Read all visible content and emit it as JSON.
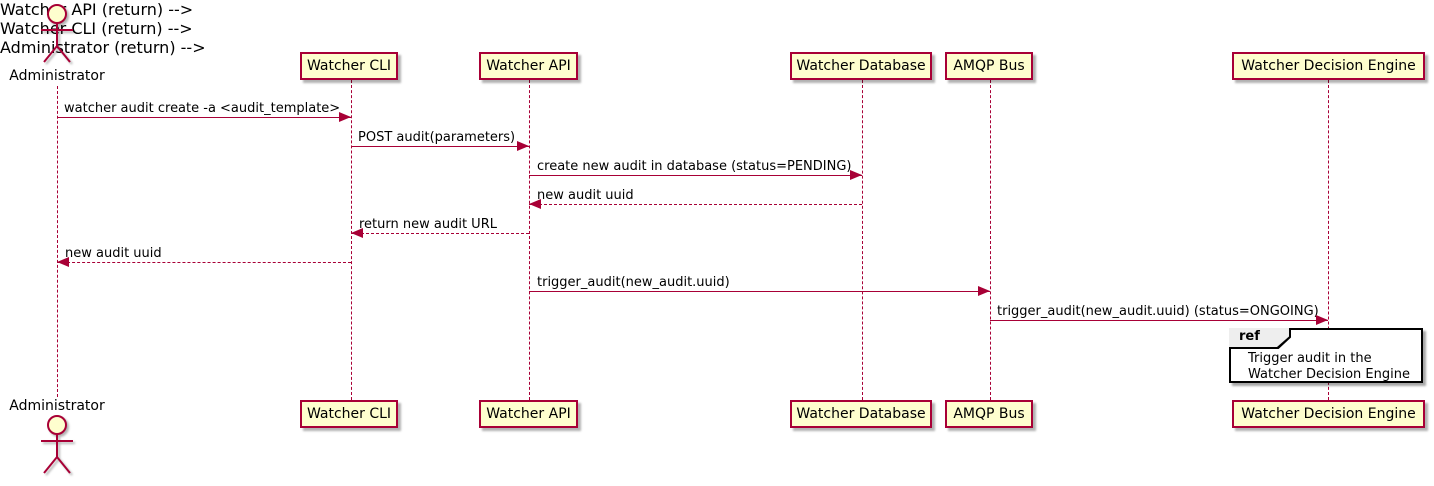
{
  "diagram": {
    "type": "sequence-diagram",
    "actor": {
      "name": "Administrator"
    },
    "participants": [
      {
        "name": "Watcher CLI"
      },
      {
        "name": "Watcher API"
      },
      {
        "name": "Watcher Database"
      },
      {
        "name": "AMQP Bus"
      },
      {
        "name": "Watcher Decision Engine"
      }
    ],
    "messages": [
      {
        "from": "Administrator",
        "to": "Watcher CLI",
        "label": "watcher audit create -a <audit_template>",
        "style": "solid"
      },
      {
        "from": "Watcher CLI",
        "to": "Watcher API",
        "label": "POST audit(parameters)",
        "style": "solid"
      },
      {
        "from": "Watcher API",
        "to": "Watcher Database",
        "label": "create new audit in database (status=PENDING)",
        "style": "solid"
      },
      {
        "from": "Watcher Database",
        "to": "Watcher API",
        "label": "new audit uuid",
        "style": "dashed"
      },
      {
        "from": "Watcher API",
        "to": "Watcher CLI",
        "label": "return new audit URL",
        "style": "dashed"
      },
      {
        "from": "Watcher CLI",
        "to": "Administrator",
        "label": "new audit uuid",
        "style": "dashed"
      },
      {
        "from": "Watcher API",
        "to": "AMQP Bus",
        "label": "trigger_audit(new_audit.uuid)",
        "style": "solid"
      },
      {
        "from": "AMQP Bus",
        "to": "Watcher Decision Engine",
        "label": "trigger_audit(new_audit.uuid) (status=ONGOING)",
        "style": "solid"
      }
    ],
    "ref": {
      "keyword": "ref",
      "lines": [
        "Trigger audit in the",
        "Watcher Decision Engine"
      ]
    }
  },
  "colors": {
    "line": "#A80036",
    "participant-fill": "#FEFECE",
    "participant-border": "#A80036",
    "text": "#000000",
    "ref-border": "#000000",
    "ref-tab-fill": "#EEEEEE",
    "background": "#FFFFFF"
  }
}
